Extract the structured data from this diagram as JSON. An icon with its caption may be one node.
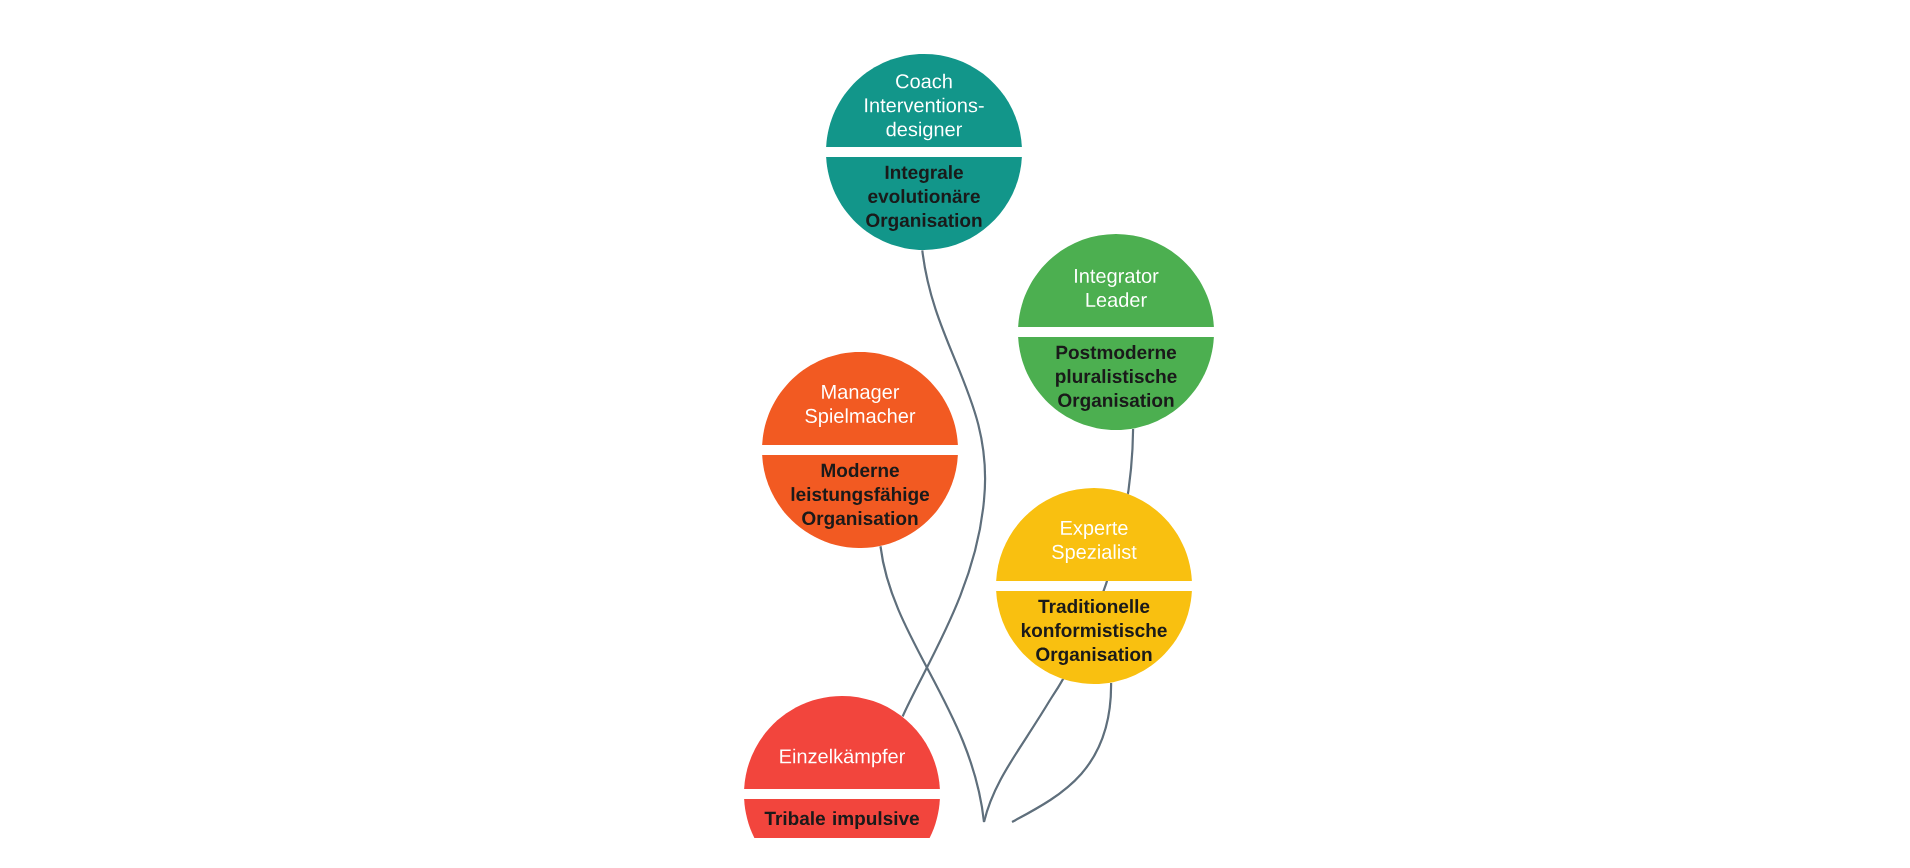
{
  "diagram": {
    "nodes": [
      {
        "text": [
          "Coach Interventions-designer",
          "Integrale evolutionäre Organisation"
        ]
      },
      {
        "text": [
          "Integrator Leader",
          "Postmoderne pluralistische Organisation"
        ]
      },
      {
        "text": [
          "Manager Spielmacher",
          "Moderne leistungsfähige Organisation"
        ]
      },
      {
        "text": [
          "Experte Spezialist",
          "Traditionelle konformistische Organisation"
        ]
      },
      {
        "text": [
          "Einzelkämpfer",
          "Tribale impulsive"
        ]
      }
    ],
    "edges": [
      {
        "from": 0,
        "to": 4,
        "arrow": "none"
      },
      {
        "from": 1,
        "to": null,
        "arrow": "none"
      },
      {
        "from": 2,
        "to": null,
        "arrow": "none"
      },
      {
        "from": 3,
        "to": null,
        "arrow": "none"
      }
    ]
  }
}
